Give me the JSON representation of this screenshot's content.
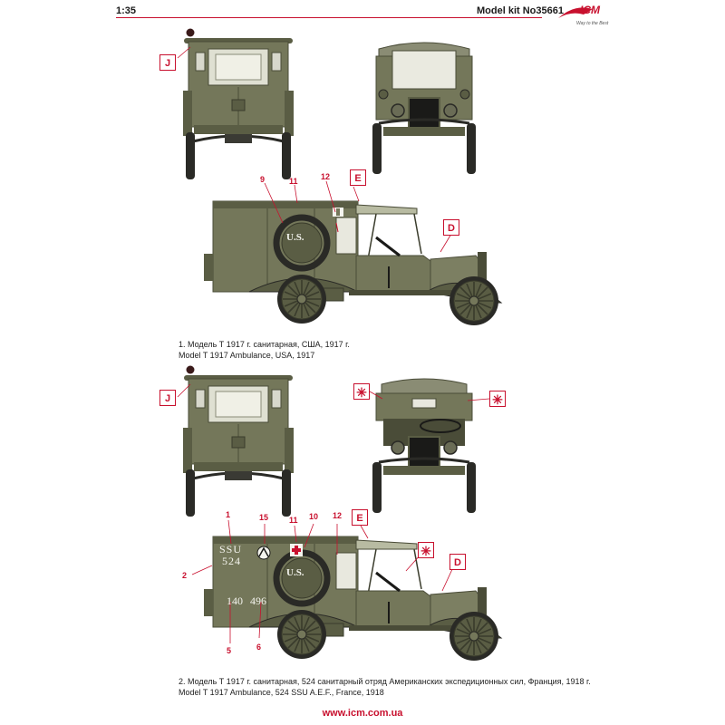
{
  "header": {
    "scale": "1:35",
    "kit_label": "Model kit No35661",
    "brand_logo_text": "ICM",
    "brand_tagline": "Way to the Best",
    "accent_color": "#c8102e"
  },
  "vehicle_colors": {
    "body": "#74775a",
    "body_dark": "#5a5d44",
    "tyre": "#2a2a26",
    "marking_white": "#f4f4ee"
  },
  "variant1": {
    "callouts": {
      "rear": "J",
      "roof": "E",
      "hood": "D"
    },
    "numbers": [
      "9",
      "11",
      "12"
    ],
    "markings": {
      "us": "U.S."
    },
    "caption_ru": "1. Модель Т 1917 г. санитарная, США, 1917 г.",
    "caption_en": "Model T 1917 Ambulance, USA, 1917"
  },
  "variant2": {
    "callouts": {
      "rear": "J",
      "roof": "E",
      "hood": "D"
    },
    "numbers": [
      "1",
      "15",
      "11",
      "10",
      "12",
      "2",
      "5",
      "6"
    ],
    "markings": {
      "ssu": "SSU",
      "unit": "524",
      "reg1": "140",
      "reg2": "496",
      "us": "U.S."
    },
    "caption_ru": "2. Модель Т 1917 г. санитарная, 524 санитарный отряд Американских экспедиционных сил, Франция, 1918 г.",
    "caption_en": "Model T 1917 Ambulance, 524 SSU A.E.F., France, 1918"
  },
  "footer": {
    "url": "www.icm.com.ua"
  }
}
